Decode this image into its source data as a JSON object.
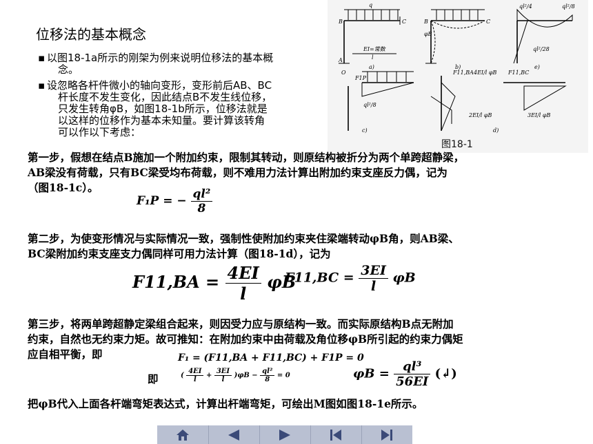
{
  "title": "位移法的基本概念",
  "bullets": [
    "以图18-1a所示的刚架为例来说明位移法的基本概念。",
    "设忽略各杆件微小的轴向变形，变形前后AB、BC杆长度不发生变化，因此结点B不发生线位移，只发生转角φB，如图18-1b所示，位移法就是以这样的位移作为基本未知量。要计算该转角可以作以下考虑："
  ],
  "bullet_lines": {
    "b1": [
      "以图18-1a所示的刚架为例来说明位移法的基本概",
      "念。"
    ],
    "b2": [
      "设忽略各杆件微小的轴向变形，变形前后AB、BC",
      "杆长度不发生变化，因此结点B不发生线位移，",
      "只发生转角φB，如图18-1b所示，位移法就是",
      "以这样的位移作为基本未知量。要计算该转角",
      "可以作以下考虑："
    ]
  },
  "figure": {
    "caption": "图18-1",
    "sublabels": [
      "a)",
      "b)",
      "c)",
      "d)",
      "e)"
    ],
    "labels": [
      "q",
      "B",
      "C",
      "A",
      "EI=常数",
      "l",
      "φB",
      "ql²/8",
      "ql²/4",
      "ql²/28",
      "F1P",
      "F11,BA",
      "F11,BC",
      "4EI/l φB",
      "2EI/l φB",
      "3EI/l φB",
      "O"
    ]
  },
  "step1": {
    "lines": [
      "第一步，假想在结点B施加一个附加约束，限制其转动，则原结构被折分为两个单跨超静梁，",
      "AB梁没有荷载，只有BC梁受均布荷载，则不难用力法计算出附加约束支座反力偶，记为",
      "（图18-1c）。"
    ],
    "formula_lhs": "F₁P = −",
    "formula_num": "ql²",
    "formula_den": "8"
  },
  "step2": {
    "lines": [
      "第二步，为使变形情况与实际情况一致，强制性使附加约束夹住梁端转动φB角，则AB梁、",
      "BC梁附加约束支座支力偶同样可用力法计算（图18-1d），记为"
    ],
    "f1_lhs": "F11,BA =",
    "f1_num": "4EI",
    "f1_den": "l",
    "f1_rhs": "φB",
    "f2_lhs": "F11,BC =",
    "f2_num": "3EI",
    "f2_den": "l",
    "f2_rhs": "φB"
  },
  "step3": {
    "lines": [
      "第三步，将两单跨超静定梁组合起来，则因受力应与原结构一致。而实际原结构B点无附加",
      "约束，自然也无约束力矩。故可推知：在附加约束中由荷载及角位移φB所引起的约束力偶矩",
      "应自相平衡，即"
    ],
    "eq1": "F₁ = (F11,BA + F11,BC) + F1P = 0",
    "ji": "即",
    "eq2_open": "(",
    "eq2_n1": "4EI",
    "eq2_d1": "l",
    "eq2_plus": "+",
    "eq2_n2": "3EI",
    "eq2_d2": "l",
    "eq2_mid": ")φB −",
    "eq2_n3": "ql²",
    "eq2_d3": "8",
    "eq2_end": "= 0",
    "phi_lhs": "φB =",
    "phi_num": "ql³",
    "phi_den": "56EI",
    "phi_dir": "(↲)"
  },
  "last_line": "把φB代入上面各杆端弯矩表达式，计算出杆端弯矩，可绘出M图如图18-1e所示。",
  "nav": {
    "items": [
      "home-icon",
      "prev-icon",
      "next-icon",
      "first-icon",
      "last-icon"
    ],
    "color": "#b9c0d2",
    "icon_color": "#3b4a78"
  }
}
